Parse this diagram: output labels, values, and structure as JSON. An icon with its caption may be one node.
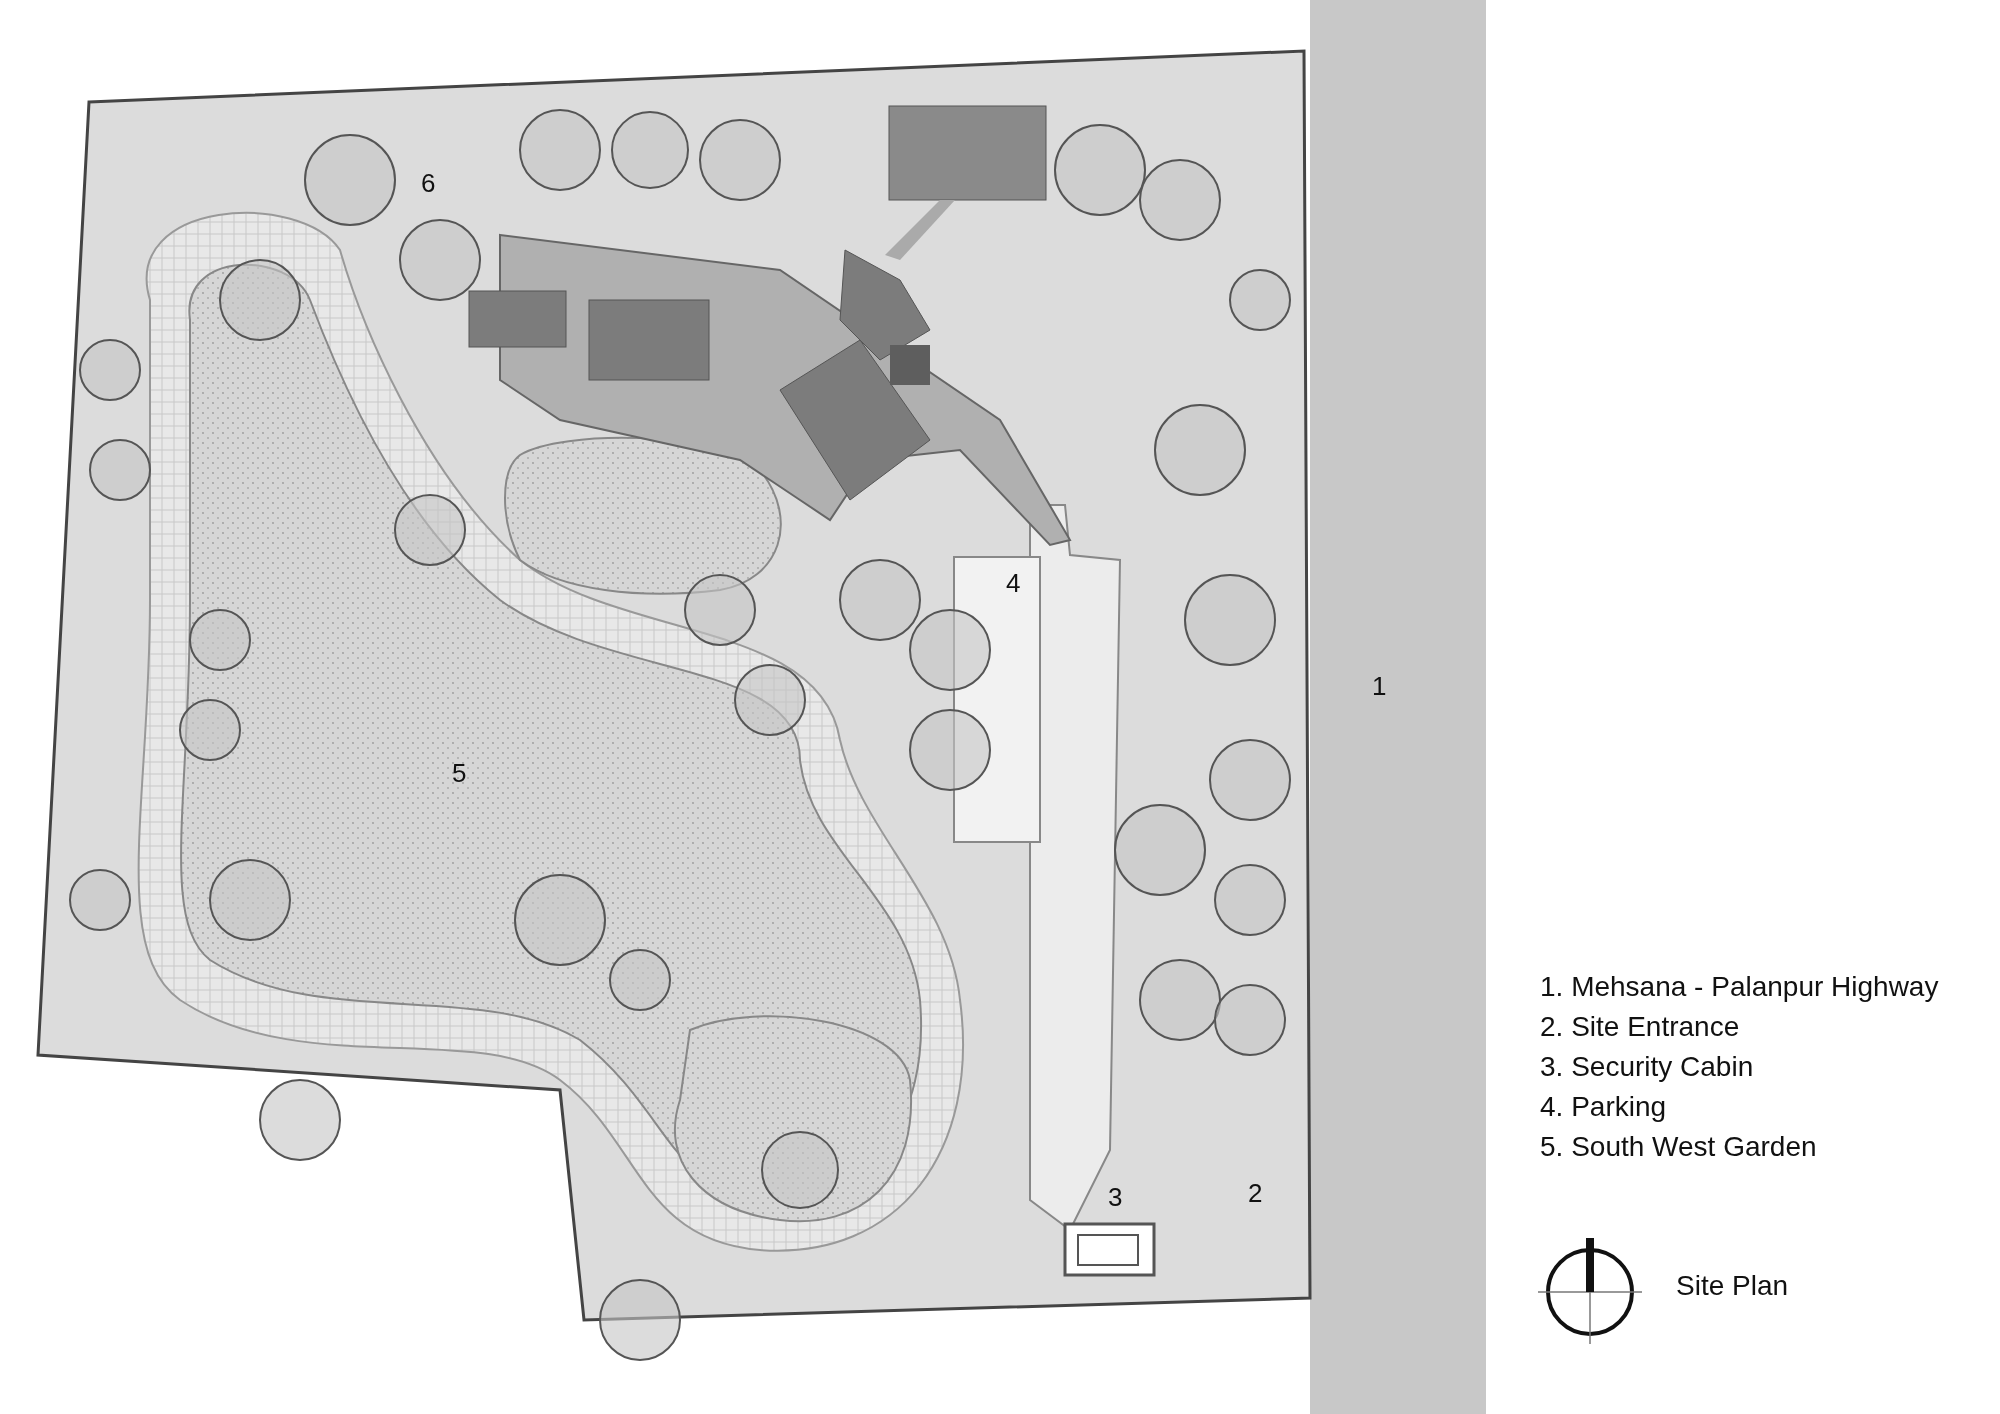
{
  "diagram": {
    "title": "Site Plan",
    "labels": [
      "6",
      "4",
      "1",
      "5",
      "2",
      "3",
      "1. Mehsana - Palanpur Highway",
      "2. Site Entrance",
      "3. Security Cabin",
      "4. Parking",
      "5. South West Garden"
    ]
  }
}
